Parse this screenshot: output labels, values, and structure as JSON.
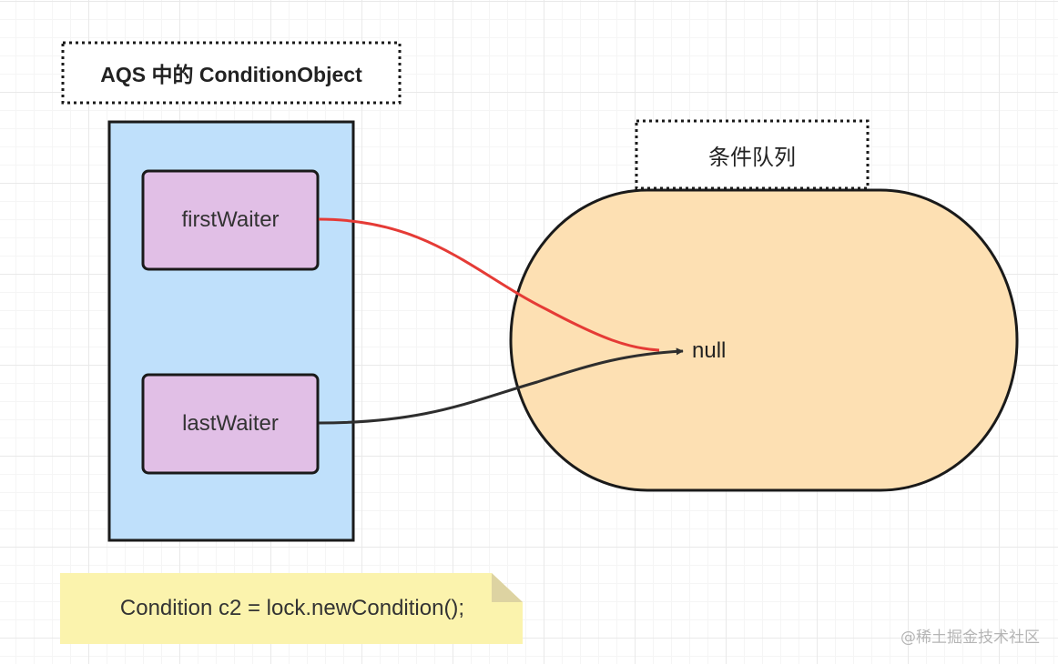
{
  "diagram": {
    "title": "AQS 中的 ConditionObject",
    "queue_label": "条件队列",
    "first_waiter": "firstWaiter",
    "last_waiter": "lastWaiter",
    "null_text": "null",
    "code_note": "Condition c2 = lock.newCondition();"
  },
  "watermark": "@稀土掘金技术社区",
  "colors": {
    "object_fill": "#bfe0fb",
    "waiter_fill": "#e1bfe6",
    "queue_fill": "#fde0b3",
    "note_fill": "#fbf3ad",
    "first_arrow": "#e53b36",
    "last_arrow": "#2e2e2e"
  }
}
